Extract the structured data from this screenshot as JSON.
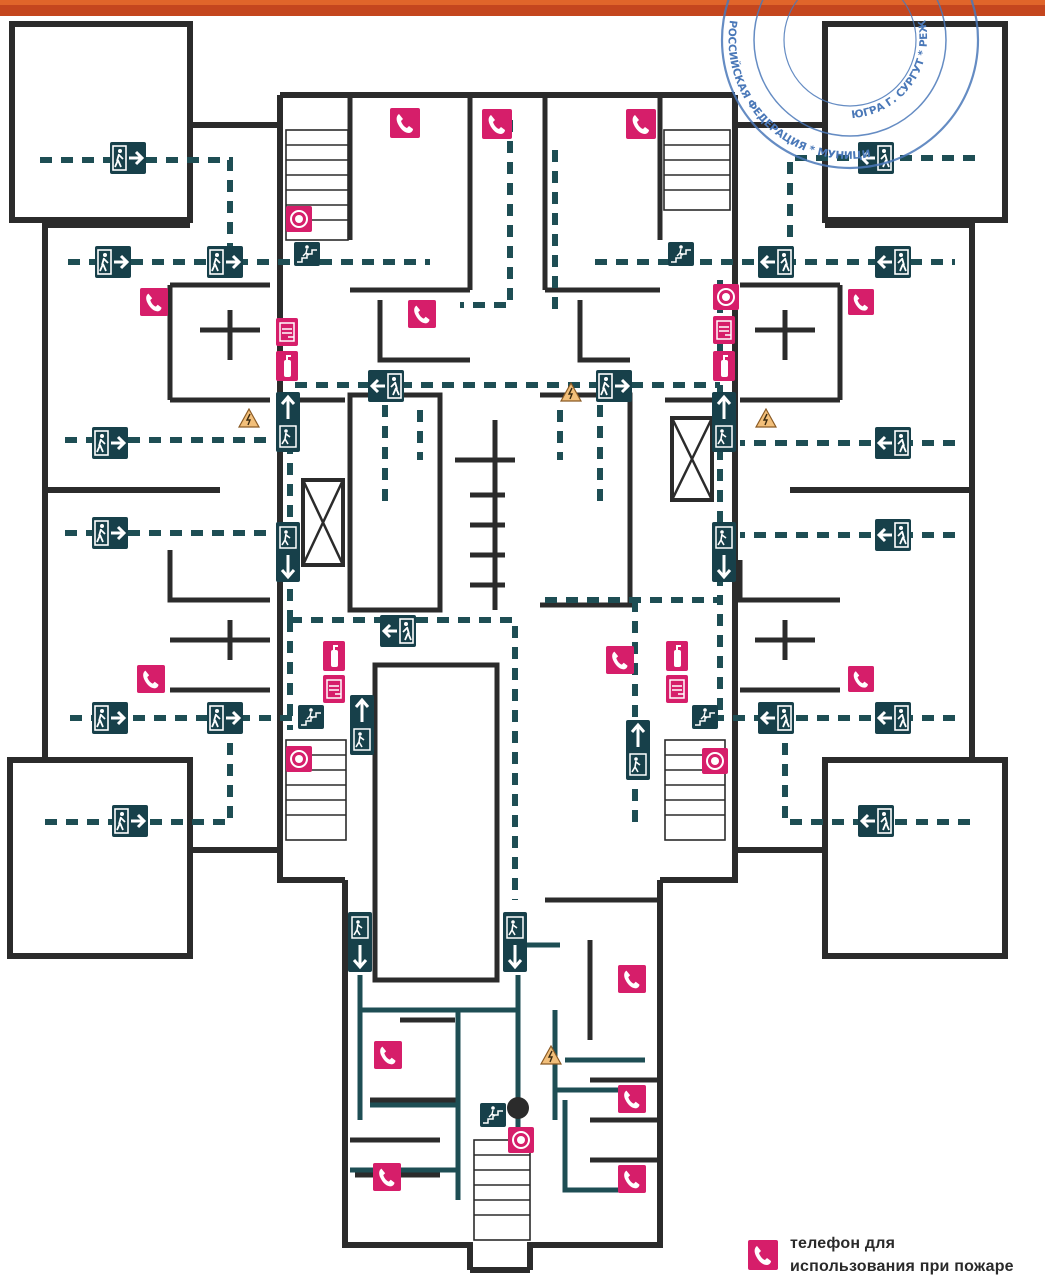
{
  "colors": {
    "wall": "#2b2b2b",
    "route": "#1e4e54",
    "exit_sign": "#17404a",
    "phone": "#d61e6a",
    "warning": "#f2bf7a",
    "seal": "#4a78b8",
    "top_band": "#c4461e"
  },
  "symbols": {
    "exit_sign": "running-man-arrow-icon",
    "phone": "phone-icon",
    "alarm": "fire-alarm-icon",
    "extinguisher": "fire-extinguisher-icon",
    "hose": "fire-hose-icon",
    "warning": "high-voltage-warning-icon",
    "stairs": "stairs-icon",
    "elevator": "elevator-icon"
  },
  "seal": {
    "ring_text": "РОССИЙСКАЯ ФЕДЕРАЦИЯ * МУНИЦИПАЛЬН",
    "inner_text": "ЮГРА Г. СУРГУТ * РЕЖДЕНИЕ"
  },
  "legend": {
    "icon": "phone-icon",
    "line1": "телефон для",
    "line2": "использования при пожаре"
  }
}
